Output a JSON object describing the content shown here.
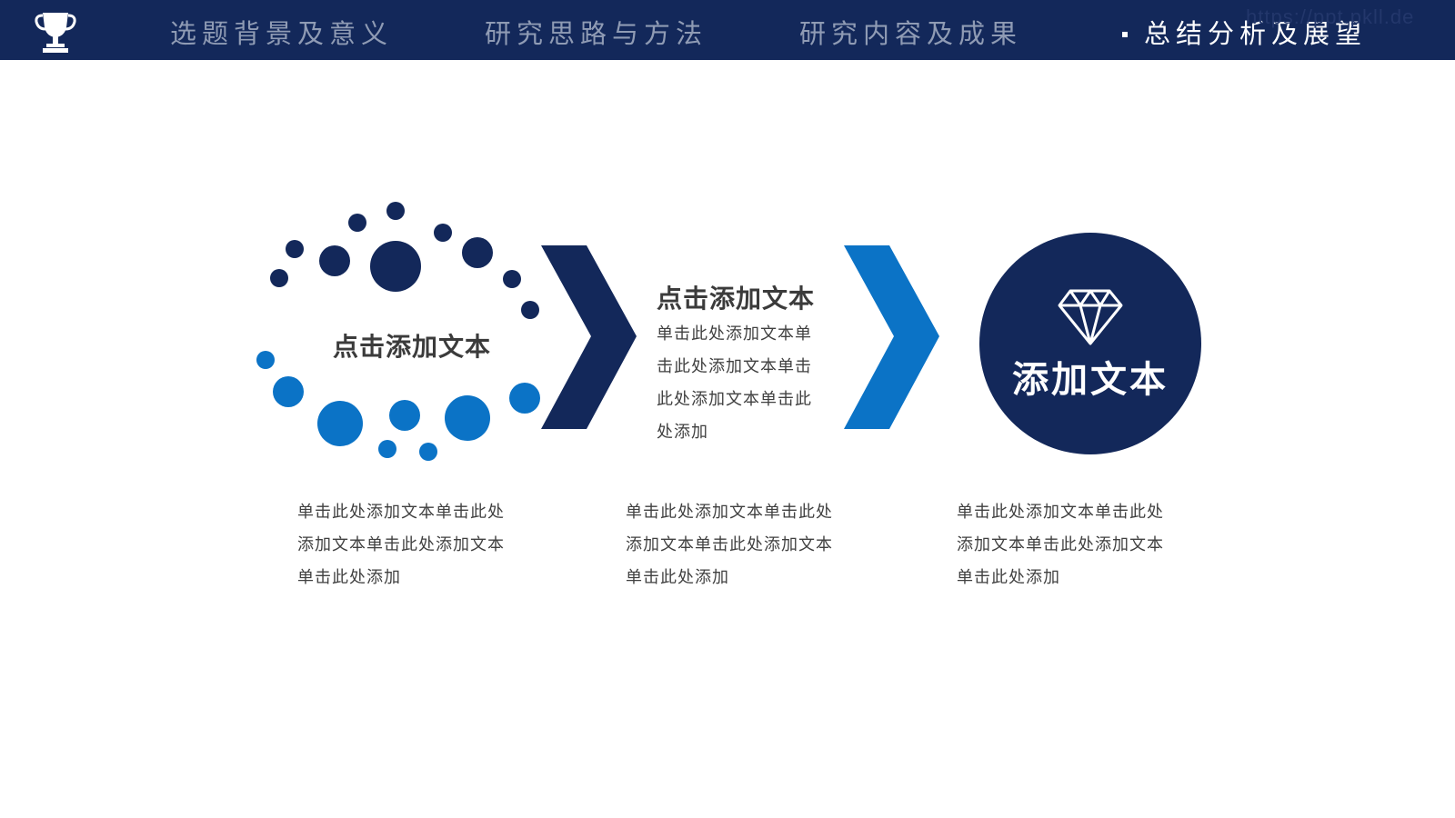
{
  "header": {
    "nav": [
      {
        "label": "选题背景及意义",
        "active": false
      },
      {
        "label": "研究思路与方法",
        "active": false
      },
      {
        "label": "研究内容及成果",
        "active": false
      },
      {
        "label": "总结分析及展望",
        "active": true
      }
    ],
    "logo_icon": "trophy-icon",
    "watermark": "https://ppt.pkll.de"
  },
  "colors": {
    "navy": "#13285a",
    "blue": "#0b73c6",
    "text": "#404040"
  },
  "stages": [
    {
      "title": "点击添加文本",
      "caption": "单击此处添加文本单击此处添加文本单击此处添加文本单击此处添加"
    },
    {
      "title": "点击添加文本",
      "body": "单击此处添加文本单击此处添加文本单击此处添加文本单击此处添加",
      "caption": "单击此处添加文本单击此处添加文本单击此处添加文本单击此处添加"
    },
    {
      "title": "添加文本",
      "icon": "diamond-icon",
      "caption": "单击此处添加文本单击此处添加文本单击此处添加文本单击此处添加"
    }
  ],
  "arrows": [
    "chevron-right-icon",
    "chevron-right-icon"
  ]
}
